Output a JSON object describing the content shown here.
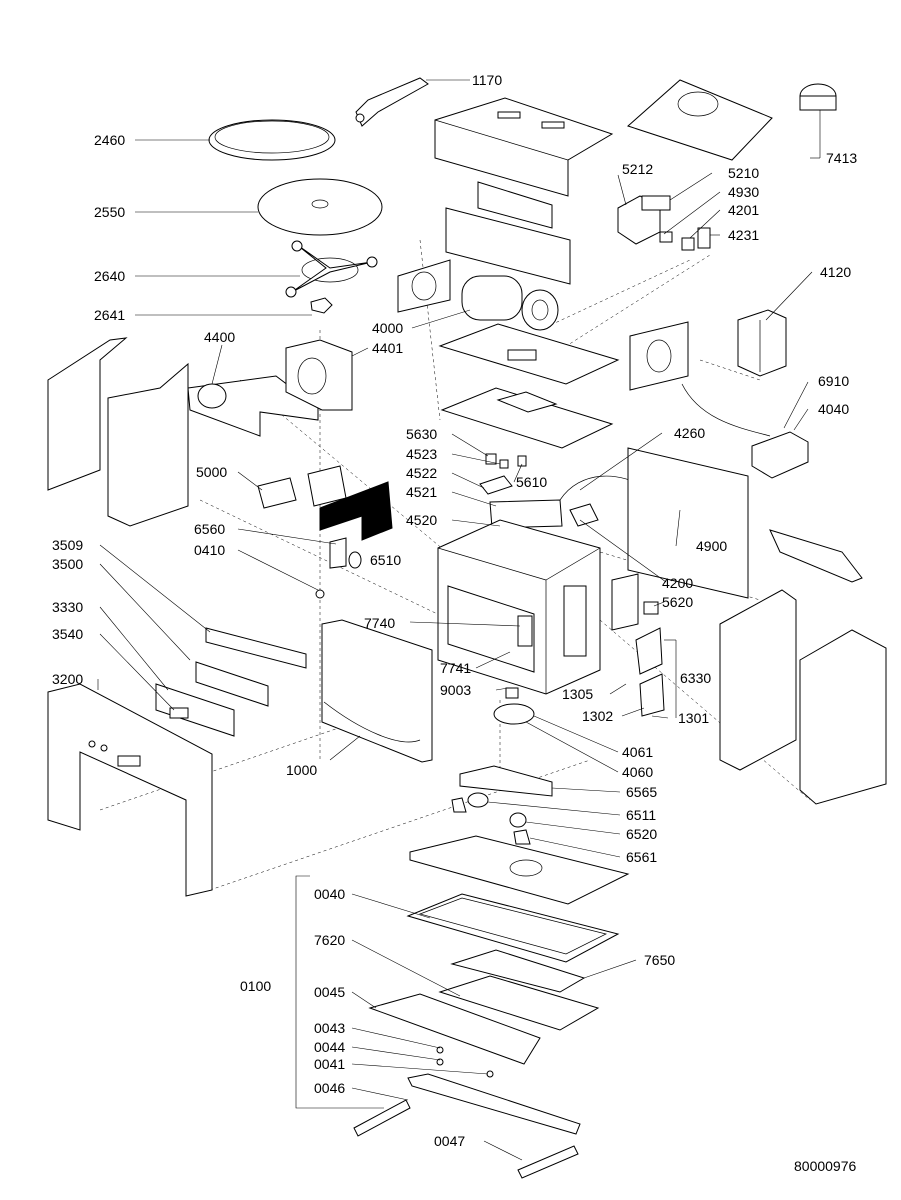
{
  "drawing_number": "80000976",
  "labels": {
    "p1170": "1170",
    "p2460": "2460",
    "p2550": "2550",
    "p2640": "2640",
    "p2641": "2641",
    "p4400": "4400",
    "p4401": "4401",
    "p4000": "4000",
    "p5212": "5212",
    "p5210": "5210",
    "p4930": "4930",
    "p4201": "4201",
    "p4231": "4231",
    "p4120": "4120",
    "p7413": "7413",
    "p6910": "6910",
    "p4040": "4040",
    "p5630": "5630",
    "p4523": "4523",
    "p4522": "4522",
    "p4521": "4521",
    "p4520": "4520",
    "p5610": "5610",
    "p4260": "4260",
    "p5000": "5000",
    "p6560": "6560",
    "p0410": "0410",
    "p6510": "6510",
    "p4900": "4900",
    "p4200": "4200",
    "p5620": "5620",
    "p3509": "3509",
    "p3500": "3500",
    "p3330": "3330",
    "p3540": "3540",
    "p3200": "3200",
    "p7740": "7740",
    "p7741": "7741",
    "p9003": "9003",
    "p1305": "1305",
    "p1302": "1302",
    "p1301": "1301",
    "p6330": "6330",
    "p4061": "4061",
    "p4060": "4060",
    "p1000": "1000",
    "p6565": "6565",
    "p6511": "6511",
    "p6520": "6520",
    "p6561": "6561",
    "p0040": "0040",
    "p7620": "7620",
    "p7650": "7650",
    "p0100": "0100",
    "p0045": "0045",
    "p0043": "0043",
    "p0044": "0044",
    "p0041": "0041",
    "p0046": "0046",
    "p0047": "0047"
  }
}
